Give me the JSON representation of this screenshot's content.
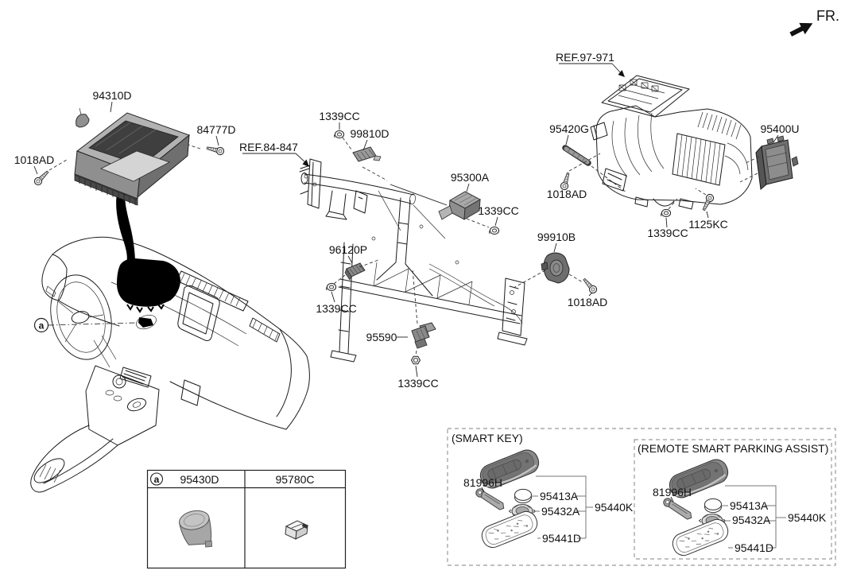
{
  "diagram": {
    "fr_marker": "FR.",
    "detail_marker": "a",
    "palette": {
      "background": "#ffffff",
      "line": "#1a1a1a",
      "module_gray": "#8a8a8a",
      "silhouette_black": "#000000"
    },
    "references": [
      {
        "id": "ref-84-847",
        "label": "REF.84-847"
      },
      {
        "id": "ref-97-971",
        "label": "REF.97-971"
      }
    ],
    "callouts": [
      {
        "id": "cluster-unit",
        "part": "94310D"
      },
      {
        "id": "screw-84777d",
        "part": "84777D"
      },
      {
        "id": "screw-1018ad-left",
        "part": "1018AD"
      },
      {
        "id": "grommet-1339cc-top",
        "part": "1339CC"
      },
      {
        "id": "module-99810d",
        "part": "99810D"
      },
      {
        "id": "module-95300a",
        "part": "95300A"
      },
      {
        "id": "grommet-1339cc-95300a",
        "part": "1339CC"
      },
      {
        "id": "module-96120p",
        "part": "96120P"
      },
      {
        "id": "grommet-1339cc-96120p",
        "part": "1339CC"
      },
      {
        "id": "bracket-95590",
        "part": "95590"
      },
      {
        "id": "nut-1339cc-95590",
        "part": "1339CC"
      },
      {
        "id": "module-99910b",
        "part": "99910B"
      },
      {
        "id": "screw-1018ad-99910b",
        "part": "1018AD"
      },
      {
        "id": "antenna-95420g",
        "part": "95420G"
      },
      {
        "id": "screw-1018ad-hvac",
        "part": "1018AD"
      },
      {
        "id": "grommet-1339cc-hvac",
        "part": "1339CC"
      },
      {
        "id": "bolt-1125kc",
        "part": "1125KC"
      },
      {
        "id": "module-95400u",
        "part": "95400U"
      }
    ],
    "smart_key_box": {
      "title": "(SMART KEY)",
      "parts": {
        "key_blade": "81996H",
        "battery": "95413A",
        "battery_holder": "95432A",
        "lower_cover": "95441D",
        "smart_key_assembly": "95440K"
      }
    },
    "rspa_box": {
      "title": "(REMOTE SMART PARKING ASSIST)",
      "parts": {
        "key_blade": "81996H",
        "battery": "95413A",
        "battery_holder": "95432A",
        "lower_cover": "95441D",
        "smart_key_assembly": "95440K"
      }
    },
    "legend_table": {
      "marker": "a",
      "columns": [
        "95430D",
        "95780C"
      ]
    }
  }
}
